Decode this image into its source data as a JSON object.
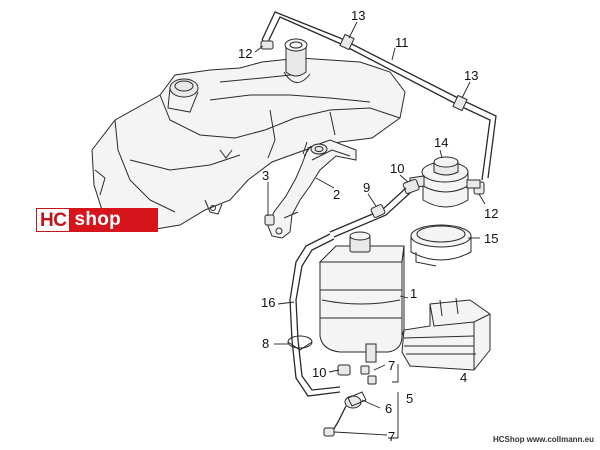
{
  "callouts": [
    {
      "id": "c13a",
      "label": "13"
    },
    {
      "id": "c12a",
      "label": "12"
    },
    {
      "id": "c11",
      "label": "11"
    },
    {
      "id": "c13b",
      "label": "13"
    },
    {
      "id": "c14",
      "label": "14"
    },
    {
      "id": "c10a",
      "label": "10"
    },
    {
      "id": "c3",
      "label": "3"
    },
    {
      "id": "c2",
      "label": "2"
    },
    {
      "id": "c9",
      "label": "9"
    },
    {
      "id": "c12b",
      "label": "12"
    },
    {
      "id": "c15",
      "label": "15"
    },
    {
      "id": "c16",
      "label": "16"
    },
    {
      "id": "c1",
      "label": "1"
    },
    {
      "id": "c8",
      "label": "8"
    },
    {
      "id": "c7a",
      "label": "7"
    },
    {
      "id": "c10b",
      "label": "10"
    },
    {
      "id": "c5",
      "label": "5"
    },
    {
      "id": "c4",
      "label": "4"
    },
    {
      "id": "c6",
      "label": "6"
    },
    {
      "id": "c7b",
      "label": "7"
    }
  ],
  "watermark": {
    "part1": "HC",
    "part2": "shop"
  },
  "footer": "HCShop www.collmann.eu",
  "colors": {
    "brand": "#d5141c",
    "line": "#2a2a2a",
    "background": "#ffffff"
  }
}
